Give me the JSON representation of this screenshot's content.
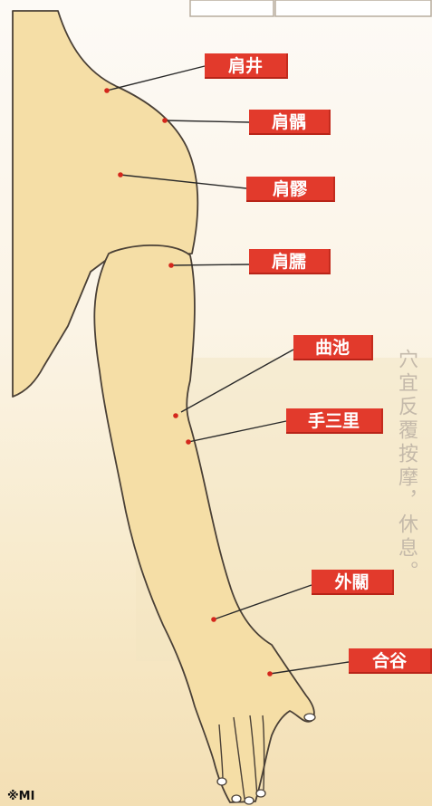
{
  "acupoints": [
    {
      "id": "jianjing",
      "label": "肩井"
    },
    {
      "id": "jianyu",
      "label": "肩髃"
    },
    {
      "id": "jianliao",
      "label": "肩髎"
    },
    {
      "id": "binao",
      "label": "肩臑"
    },
    {
      "id": "quchi",
      "label": "曲池"
    },
    {
      "id": "shousanli",
      "label": "手三里"
    },
    {
      "id": "waiguan",
      "label": "外關"
    },
    {
      "id": "hegu",
      "label": "合谷"
    }
  ],
  "background_text": "穴宜反覆按摩，休息。",
  "bottom_fragment": "※MI",
  "colors": {
    "skin": "#f6dfa5",
    "outline": "#4a4036",
    "label_bg": "#e23a2c",
    "label_text": "#ffffff",
    "point": "#d4271c"
  }
}
